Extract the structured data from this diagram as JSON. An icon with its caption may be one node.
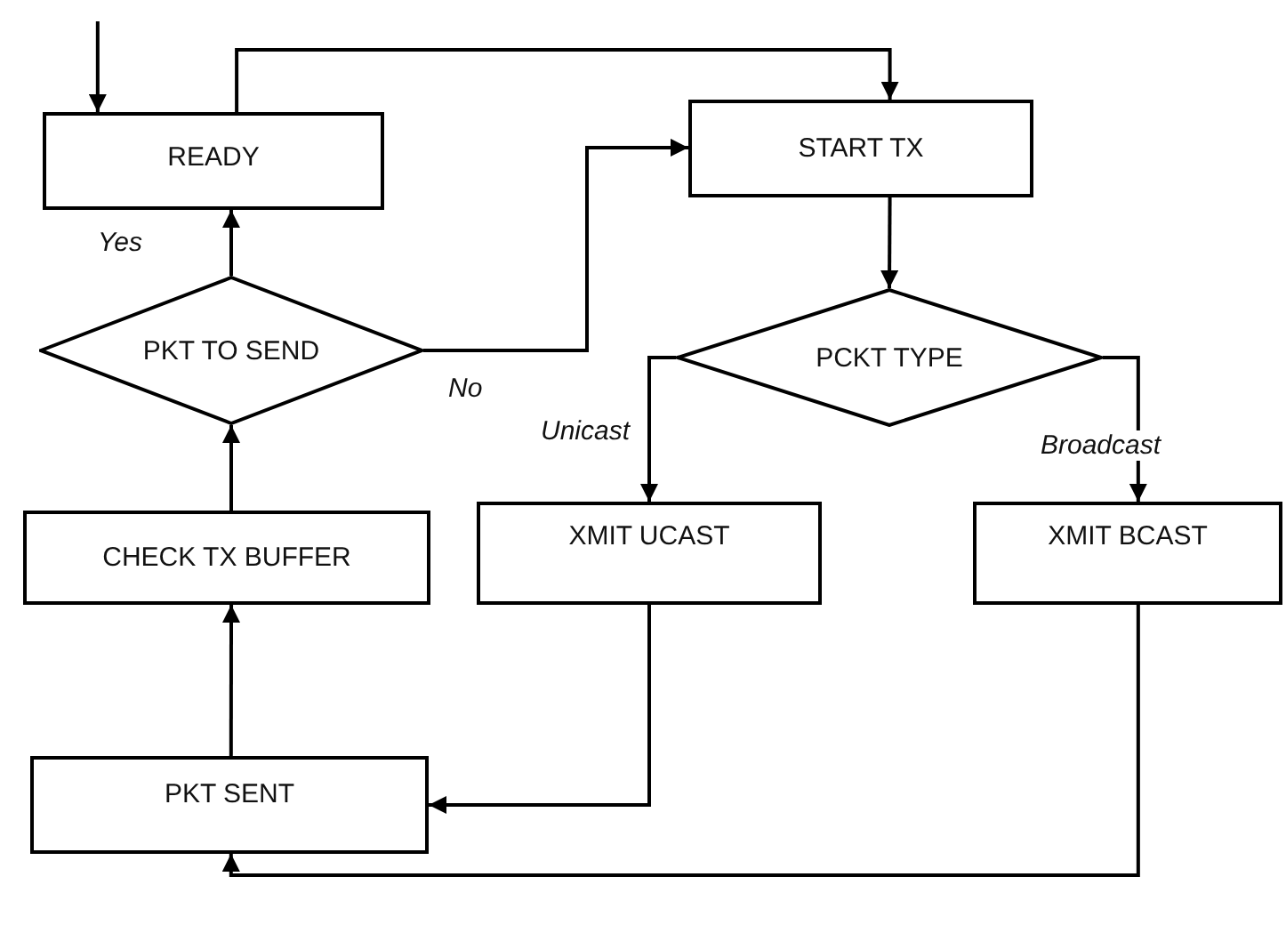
{
  "diagram": {
    "nodes": [
      {
        "text": [
          "READY"
        ]
      },
      {
        "text": [
          "START TX"
        ]
      },
      {
        "text": [
          "PKT TO SEND"
        ]
      },
      {
        "text": [
          "PCKT TYPE"
        ]
      },
      {
        "text": [
          "CHECK TX BUFFER"
        ]
      },
      {
        "text": [
          "XMIT UCAST"
        ]
      },
      {
        "text": [
          "XMIT BCAST"
        ]
      },
      {
        "text": [
          "PKT SENT"
        ]
      }
    ],
    "edges": [
      {
        "from": null,
        "to": 0,
        "arrow": "to"
      },
      {
        "from": 0,
        "to": 1,
        "arrow": "to"
      },
      {
        "from": 2,
        "to": 0,
        "arrow": "to",
        "label": "Yes"
      },
      {
        "from": 2,
        "to": 1,
        "arrow": "to",
        "label": "No"
      },
      {
        "from": 1,
        "to": 3,
        "arrow": "to"
      },
      {
        "from": 3,
        "to": 5,
        "arrow": "to",
        "label": "Unicast"
      },
      {
        "from": 3,
        "to": 6,
        "arrow": "to",
        "label": "Broadcast"
      },
      {
        "from": 4,
        "to": 2,
        "arrow": "to"
      },
      {
        "from": 7,
        "to": 4,
        "arrow": "to"
      },
      {
        "from": 5,
        "to": 7,
        "arrow": "to"
      },
      {
        "from": 6,
        "to": 7,
        "arrow": "to"
      }
    ]
  }
}
